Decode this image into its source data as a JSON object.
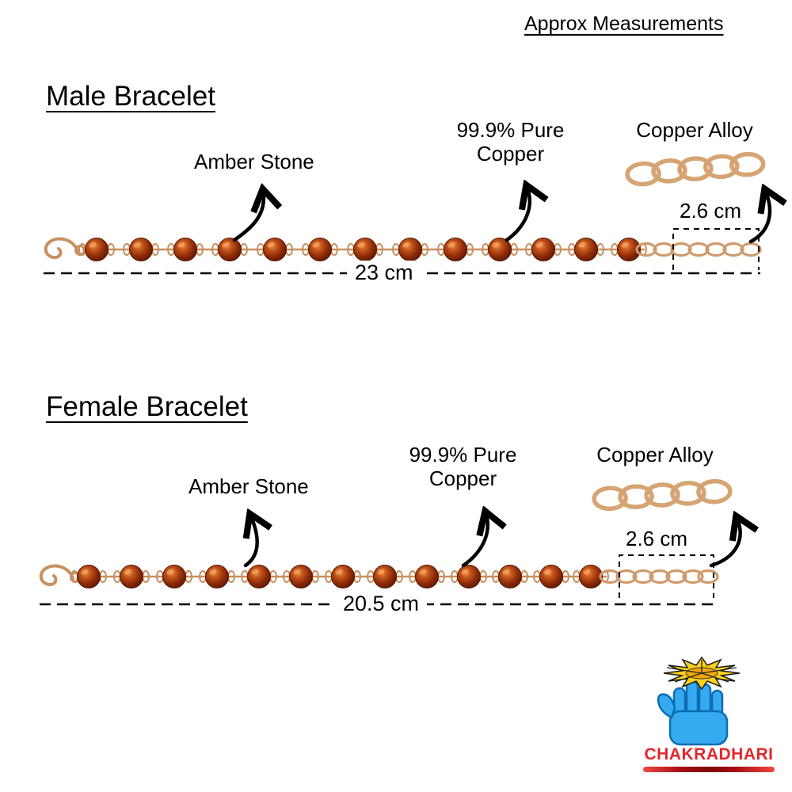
{
  "header": {
    "title": "Approx Measurements"
  },
  "male": {
    "title": "Male Bracelet",
    "amber_label": "Amber Stone",
    "copper_label": "99.9% Pure Copper",
    "alloy_label": "Copper Alloy",
    "extension_length": "2.6 cm",
    "total_length": "23 cm"
  },
  "female": {
    "title": "Female Bracelet",
    "amber_label": "Amber Stone",
    "copper_label": "99.9% Pure Copper",
    "alloy_label": "Copper Alloy",
    "extension_length": "2.6 cm",
    "total_length": "20.5 cm"
  },
  "logo": {
    "brand": "CHAKRADHARI"
  },
  "colors": {
    "amber_bead": "#8e2b08",
    "copper_wire": "#c7905f",
    "chain_copper": "#cf9a6c",
    "annotation": "#000000",
    "brand_red": "#e3262c",
    "chakra_yellow": "#ffd11a",
    "hand_blue": "#35aaf0"
  }
}
